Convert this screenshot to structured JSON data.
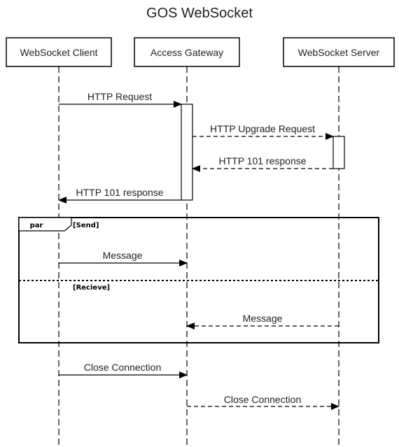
{
  "title": "GOS WebSocket",
  "participants": {
    "client": "WebSocket Client",
    "gateway": "Access Gateway",
    "server": "WebSocket Server"
  },
  "messages": {
    "http_request": "HTTP Request",
    "http_upgrade_request": "HTTP Upgrade Request",
    "http_101_server": "HTTP 101 response",
    "http_101_gateway": "HTTP 101 response",
    "send_message": "Message",
    "receive_message": "Message",
    "close_client": "Close Connection",
    "close_gateway": "Close Connection"
  },
  "fragment": {
    "operator": "par",
    "guard_send": "[Send]",
    "guard_receive": "[Recieve]"
  }
}
